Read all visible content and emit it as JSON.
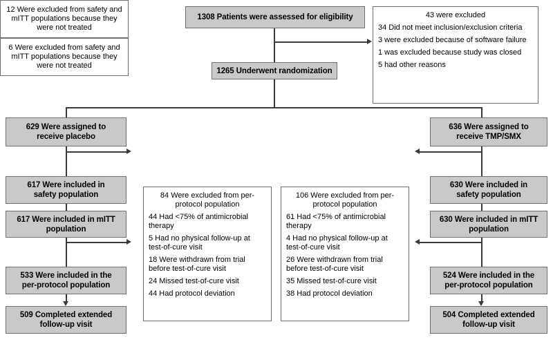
{
  "diagram": {
    "type": "consort-flow-diagram",
    "title": "CONSORT patient flow diagram",
    "colors": {
      "filled_box_fill": "#c9c9c9",
      "filled_box_border": "#6f6f6f",
      "plain_box_fill": "#ffffff",
      "plain_box_border": "#707070",
      "connector": "#3a3a3a",
      "text": "#000000"
    }
  },
  "nodes": {
    "assessed": {
      "line1": "1308 Patients were assessed for eligibility"
    },
    "excluded_top": {
      "header": "43 were excluded",
      "reasons": [
        "34 Did not meet inclusion/exclusion criteria",
        "3 were excluded because of software failure",
        "1 was excluded because study was closed",
        "5 had other reasons"
      ]
    },
    "randomized": {
      "line1": "1265 Underwent randomization"
    },
    "placebo_assigned": {
      "line1": "629 Were assigned to",
      "line2": "receive placebo"
    },
    "tmpsmx_assigned": {
      "line1": "636 Were assigned to",
      "line2": "receive TMP/SMX"
    },
    "placebo_safety": {
      "line1": "617 Were included in",
      "line2": "safety population"
    },
    "tmpsmx_safety": {
      "line1": "630 Were included in",
      "line2": "safety population"
    },
    "placebo_mitt": {
      "line1": "617 Were included in mITT",
      "line2": "population"
    },
    "tmpsmx_mitt": {
      "line1": "630 Were included in mITT",
      "line2": "population"
    },
    "placebo_pp": {
      "line1": "533 Were included in the",
      "line2": "per-protocol population"
    },
    "tmpsmx_pp": {
      "line1": "524 Were included in the",
      "line2": "per-protocol population"
    },
    "placebo_completed": {
      "line1": "509 Completed extended",
      "line2": "follow-up visit"
    },
    "tmpsmx_completed": {
      "line1": "504 Completed extended",
      "line2": "follow-up visit"
    },
    "placebo_safety_excluded": {
      "text": "12 Were excluded from safety and mITT populations because they were not treated"
    },
    "tmpsmx_safety_excluded": {
      "text": "6 Were excluded from safety and mITT populations because they were not treated"
    },
    "placebo_pp_excluded": {
      "header": "84 Were excluded from per-protocol population",
      "reasons": [
        "44 Had <75% of antimicrobial therapy",
        "5 Had no physical follow-up at test-of-cure visit",
        "18 Were withdrawn from trial before test-of-cure visit",
        "24 Missed test-of-cure visit",
        "44 Had protocol deviation"
      ]
    },
    "tmpsmx_pp_excluded": {
      "header": "106 Were excluded from per-protocol population",
      "reasons": [
        "61 Had <75% of antimicrobial therapy",
        "4 Had no physical follow-up at test-of-cure visit",
        "26 Were withdrawn from trial before test-of-cure visit",
        "35 Missed test-of-cure visit",
        "38 Had protocol deviation"
      ]
    }
  },
  "chart_data": {
    "type": "diagram",
    "flow": [
      {
        "id": "assessed",
        "n": 1308,
        "label": "Patients were assessed for eligibility"
      },
      {
        "id": "excluded_top",
        "n": 43,
        "label": "were excluded",
        "breakdown": [
          {
            "n": 34,
            "label": "Did not meet inclusion/exclusion criteria"
          },
          {
            "n": 3,
            "label": "were excluded because of software failure"
          },
          {
            "n": 1,
            "label": "was excluded because study was closed"
          },
          {
            "n": 5,
            "label": "had other reasons"
          }
        ]
      },
      {
        "id": "randomized",
        "n": 1265,
        "label": "Underwent randomization"
      },
      {
        "id": "placebo_assigned",
        "arm": "placebo",
        "n": 629,
        "label": "Were assigned to receive placebo"
      },
      {
        "id": "tmpsmx_assigned",
        "arm": "TMP/SMX",
        "n": 636,
        "label": "Were assigned to receive TMP/SMX"
      },
      {
        "id": "placebo_safety_excluded",
        "arm": "placebo",
        "n": 12,
        "label": "Were excluded from safety and mITT populations because they were not treated"
      },
      {
        "id": "tmpsmx_safety_excluded",
        "arm": "TMP/SMX",
        "n": 6,
        "label": "Were excluded from safety and mITT populations because they were not treated"
      },
      {
        "id": "placebo_safety",
        "arm": "placebo",
        "n": 617,
        "label": "Were included in safety population"
      },
      {
        "id": "tmpsmx_safety",
        "arm": "TMP/SMX",
        "n": 630,
        "label": "Were included in safety population"
      },
      {
        "id": "placebo_mitt",
        "arm": "placebo",
        "n": 617,
        "label": "Were included in mITT population"
      },
      {
        "id": "tmpsmx_mitt",
        "arm": "TMP/SMX",
        "n": 630,
        "label": "Were included in mITT population"
      },
      {
        "id": "placebo_pp_excluded",
        "arm": "placebo",
        "n": 84,
        "label": "Were excluded from per-protocol population",
        "breakdown": [
          {
            "n": 44,
            "label": "Had <75% of antimicrobial therapy"
          },
          {
            "n": 5,
            "label": "Had no physical follow-up at test-of-cure visit"
          },
          {
            "n": 18,
            "label": "Were withdrawn from trial before test-of-cure visit"
          },
          {
            "n": 24,
            "label": "Missed test-of-cure visit"
          },
          {
            "n": 44,
            "label": "Had protocol deviation"
          }
        ]
      },
      {
        "id": "tmpsmx_pp_excluded",
        "arm": "TMP/SMX",
        "n": 106,
        "label": "Were excluded from per-protocol population",
        "breakdown": [
          {
            "n": 61,
            "label": "Had <75% of antimicrobial therapy"
          },
          {
            "n": 4,
            "label": "Had no physical follow-up at test-of-cure visit"
          },
          {
            "n": 26,
            "label": "Were withdrawn from trial before test-of-cure visit"
          },
          {
            "n": 35,
            "label": "Missed test-of-cure visit"
          },
          {
            "n": 38,
            "label": "Had protocol deviation"
          }
        ]
      },
      {
        "id": "placebo_pp",
        "arm": "placebo",
        "n": 533,
        "label": "Were included in the per-protocol population"
      },
      {
        "id": "tmpsmx_pp",
        "arm": "TMP/SMX",
        "n": 524,
        "label": "Were included in the per-protocol population"
      },
      {
        "id": "placebo_completed",
        "arm": "placebo",
        "n": 509,
        "label": "Completed extended follow-up visit"
      },
      {
        "id": "tmpsmx_completed",
        "arm": "TMP/SMX",
        "n": 504,
        "label": "Completed extended follow-up visit"
      }
    ]
  }
}
